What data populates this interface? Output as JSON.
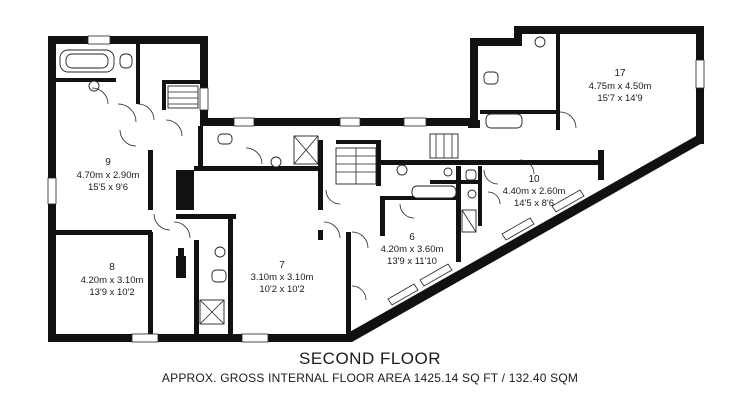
{
  "floor_title": "SECOND FLOOR",
  "floor_area": "APPROX. GROSS INTERNAL FLOOR AREA 1425.14 SQ FT / 132.40 SQM",
  "rooms": [
    {
      "number": "17",
      "metric": "4.75m x  4.50m",
      "imperial": "15'7 x 14'9"
    },
    {
      "number": "9",
      "metric": "4.70m x 2.90m",
      "imperial": "15'5 x 9'6"
    },
    {
      "number": "10",
      "metric": "4.40m x 2.60m",
      "imperial": "14'5 x 8'6"
    },
    {
      "number": "6",
      "metric": "4.20m x 3.60m",
      "imperial": "13'9 x 11'10"
    },
    {
      "number": "8",
      "metric": "4.20m x 3.10m",
      "imperial": "13'9 x 10'2"
    },
    {
      "number": "7",
      "metric": "3.10m x 3.10m",
      "imperial": "10'2 x 10'2"
    }
  ]
}
